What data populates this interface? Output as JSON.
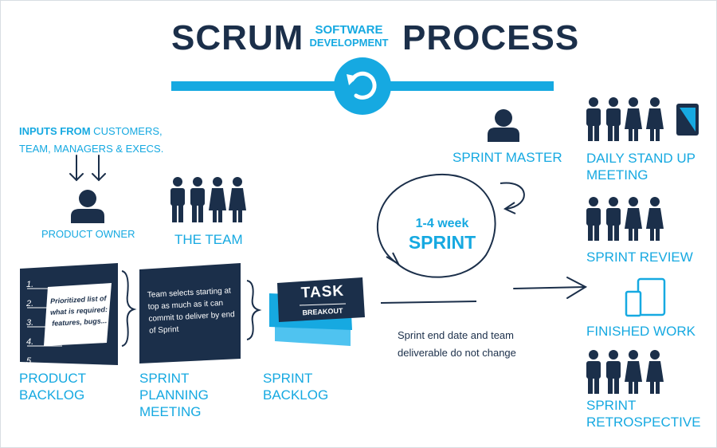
{
  "title": {
    "left": "SCRUM",
    "middle_line1": "SOFTWARE",
    "middle_line2": "DEVELOPMENT",
    "right": "PROCESS"
  },
  "inputs": {
    "bold": "INPUTS FROM",
    "rest1": " CUSTOMERS,",
    "line2": "TEAM, MANAGERS & EXECS."
  },
  "roles": {
    "product_owner": "PRODUCT OWNER",
    "the_team": "THE TEAM",
    "sprint_master": "SPRINT MASTER"
  },
  "backlog_card": {
    "numbers": [
      "1.",
      "2.",
      "3.",
      "4.",
      "5."
    ],
    "note": "Prioritized list of what is required: features, bugs..."
  },
  "planning_card": {
    "text": "Team selects starting at top as much as it can commit to deliver by end of Sprint"
  },
  "task_card": {
    "title": "TASK",
    "subtitle": "BREAKOUT"
  },
  "sprint": {
    "duration": "1-4 week",
    "label": "SPRINT",
    "note_line1": "Sprint end date and team",
    "note_line2": "deliverable do not change"
  },
  "stages": {
    "product_backlog": [
      "PRODUCT",
      "BACKLOG"
    ],
    "sprint_planning": [
      "SPRINT",
      "PLANNING",
      "MEETING"
    ],
    "sprint_backlog": [
      "SPRINT",
      "BACKLOG"
    ]
  },
  "outcomes": {
    "daily_standup": [
      "DAILY STAND UP",
      "MEETING"
    ],
    "sprint_review": "SPRINT REVIEW",
    "finished_work": "FINISHED WORK",
    "retrospective": [
      "SPRINT",
      "RETROSPECTIVE"
    ]
  },
  "colors": {
    "navy": "#1b2f4a",
    "accent": "#16a9e1",
    "accent_light": "#4fc3f0"
  },
  "icons": [
    "refresh-icon",
    "person-icon",
    "team-icon",
    "tablet-icon",
    "devices-icon",
    "arrow-down-icon",
    "arrow-right-icon",
    "bracket-icon"
  ]
}
